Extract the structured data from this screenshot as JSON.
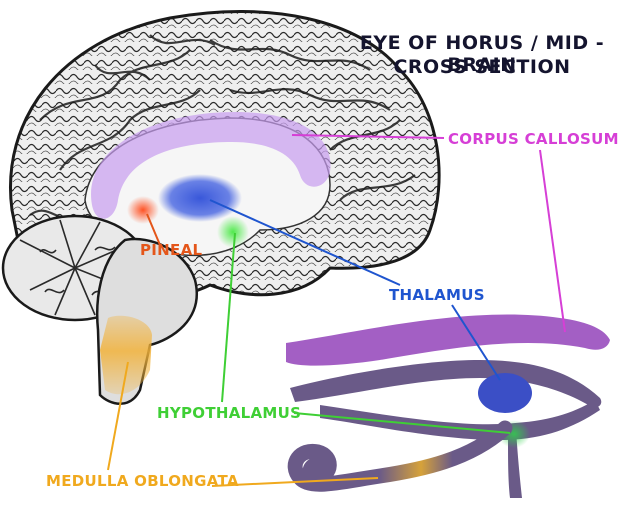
{
  "title": {
    "line1": "EYE OF HORUS / MID - BRAIN",
    "line2": "CROSS SECTION"
  },
  "labels": {
    "corpus_callosum": "CORPUS CALLOSUM",
    "pineal": "PINEAL",
    "thalamus": "THALAMUS",
    "hypothalamus": "HYPOTHALAMUS",
    "medulla_oblongata": "MEDULLA OBLONGATA"
  },
  "colors": {
    "corpus_callosum": "#d63fd6",
    "pineal": "#e4561a",
    "thalamus": "#1f55cf",
    "hypothalamus": "#3fcf35",
    "medulla_oblongata": "#f0a91e",
    "eye_brow": "#a35fc4",
    "eye_body": "#6a5a88",
    "title": "#14142e"
  }
}
